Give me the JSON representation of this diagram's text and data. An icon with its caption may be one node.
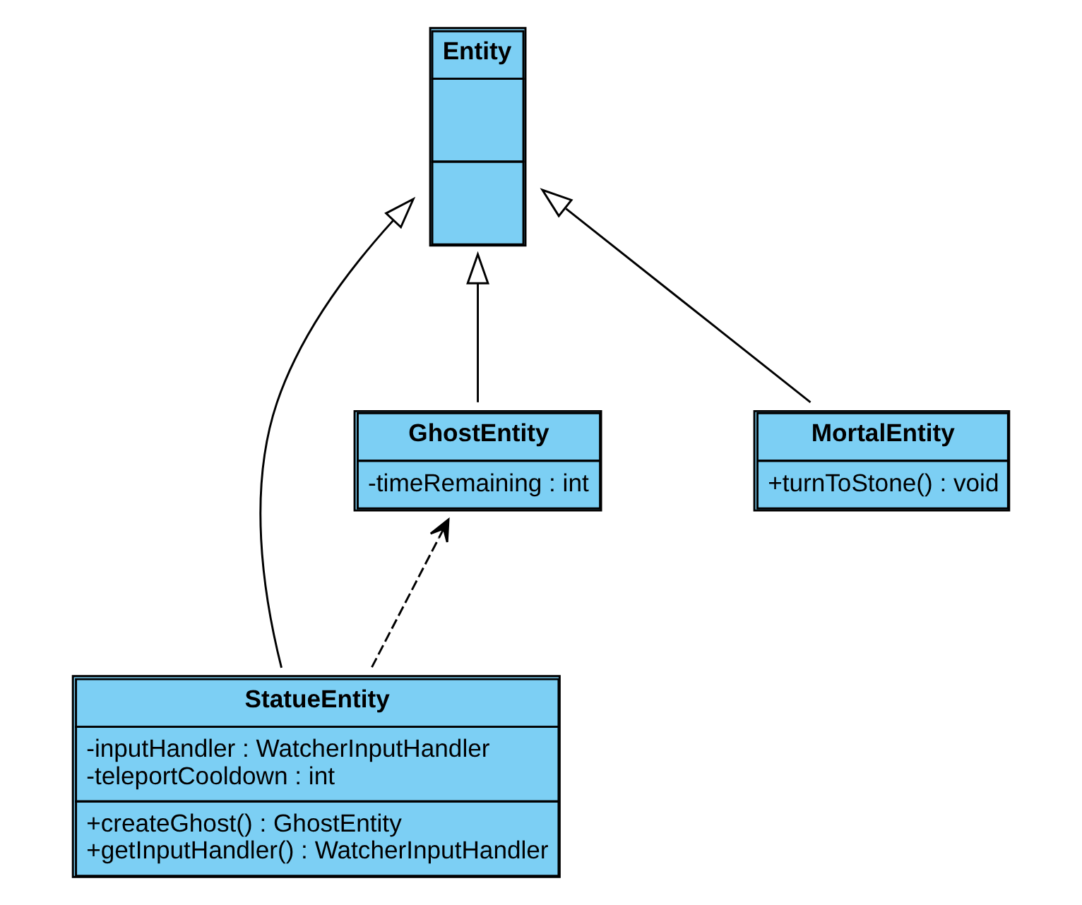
{
  "diagram": {
    "nodes": [
      {
        "text": [
          "Entity"
        ]
      },
      {
        "text": [
          "GhostEntity",
          "-timeRemaining : int"
        ]
      },
      {
        "text": [
          "MortalEntity",
          "+turnToStone() : void"
        ]
      },
      {
        "text": [
          "StatueEntity",
          "-inputHandler : WatcherInputHandler",
          "-teleportCooldown : int",
          "+createGhost() : GhostEntity",
          "+getInputHandler() : WatcherInputHandler"
        ]
      }
    ],
    "edges": [
      {
        "from": 2,
        "to": 0,
        "arrow": "to"
      },
      {
        "from": 3,
        "to": 0,
        "arrow": "to"
      },
      {
        "from": 1,
        "to": 0,
        "arrow": "to"
      },
      {
        "from": 3,
        "to": 1,
        "arrow": "to",
        "style": "dashed"
      }
    ]
  }
}
